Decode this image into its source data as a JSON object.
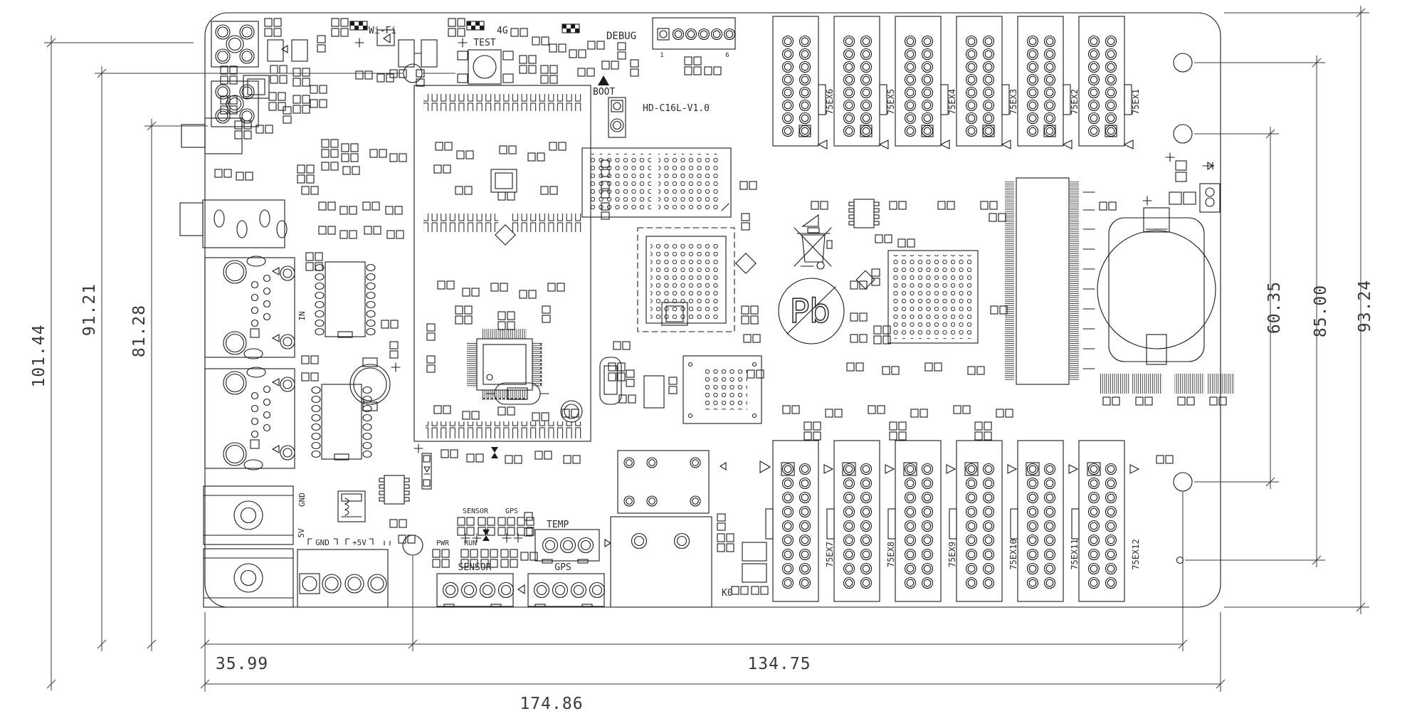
{
  "silkscreen": {
    "wifi": "Wi-Fi",
    "four_g": "4G",
    "test": "TEST",
    "debug": "DEBUG",
    "boot": "BOOT",
    "version": "HD-C16L-V1.0",
    "eth_in": "IN",
    "gnd_vertical": "GND",
    "v5_vertical": "5V",
    "gnd": "GND",
    "v5": "+5V",
    "sensor_led": "SENSOR",
    "gps_led": "GPS",
    "pwr": "PWR",
    "run": "RUN",
    "temp": "TEMP",
    "sensor": "SENSOR",
    "gps": "GPS",
    "relay": "K0",
    "pb": "Pb",
    "debug_pin_1": "1",
    "debug_pin_6": "6"
  },
  "connectors": {
    "top": [
      "75EX6",
      "75EX5",
      "75EX4",
      "75EX3",
      "75EX2",
      "75EX1"
    ],
    "bottom": [
      "75EX7",
      "75EX8",
      "75EX9",
      "75EX10",
      "75EX11",
      "75EX12"
    ]
  },
  "dimensions": {
    "left": [
      "101.44",
      "91.21",
      "81.28"
    ],
    "right": [
      "60.35",
      "85.00",
      "93.24"
    ],
    "bottom_segments": [
      "35.99",
      "134.75"
    ],
    "overall_width": "174.86"
  },
  "colors": {
    "line": "#1a1a1a",
    "background": "#ffffff"
  }
}
